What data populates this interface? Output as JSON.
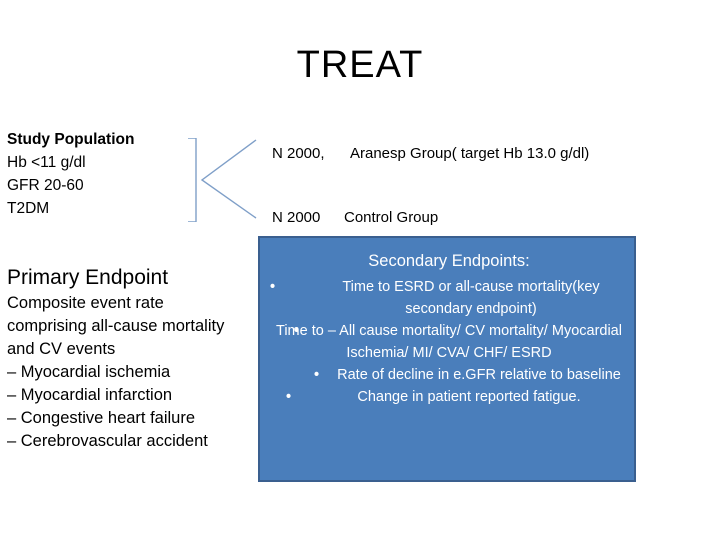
{
  "title": "TREAT",
  "study": {
    "heading": "Study Population",
    "lines": [
      "Hb <11 g/dl",
      "GFR 20-60",
      "T2DM"
    ]
  },
  "arms": [
    {
      "n": "N 2000,",
      "label": "Aranesp Group( target Hb 13.0 g/dl)"
    },
    {
      "n": "N 2000",
      "label": "Control Group"
    }
  ],
  "primary": {
    "heading": "Primary Endpoint",
    "lines": [
      "Composite event rate",
      "comprising all-cause mortality",
      "and CV events",
      "– Myocardial ischemia",
      "– Myocardial infarction",
      "– Congestive heart failure",
      "– Cerebrovascular accident"
    ]
  },
  "secondary": {
    "heading": "Secondary Endpoints:",
    "bullet": "•",
    "items": [
      "Time to ESRD or all-cause mortality(key secondary endpoint)",
      "Time to – All cause mortality/ CV mortality/ Myocardial Ischemia/ MI/ CVA/ CHF/ ESRD",
      "Rate of decline in e.GFR relative to baseline",
      "Change in patient reported fatigue."
    ]
  }
}
